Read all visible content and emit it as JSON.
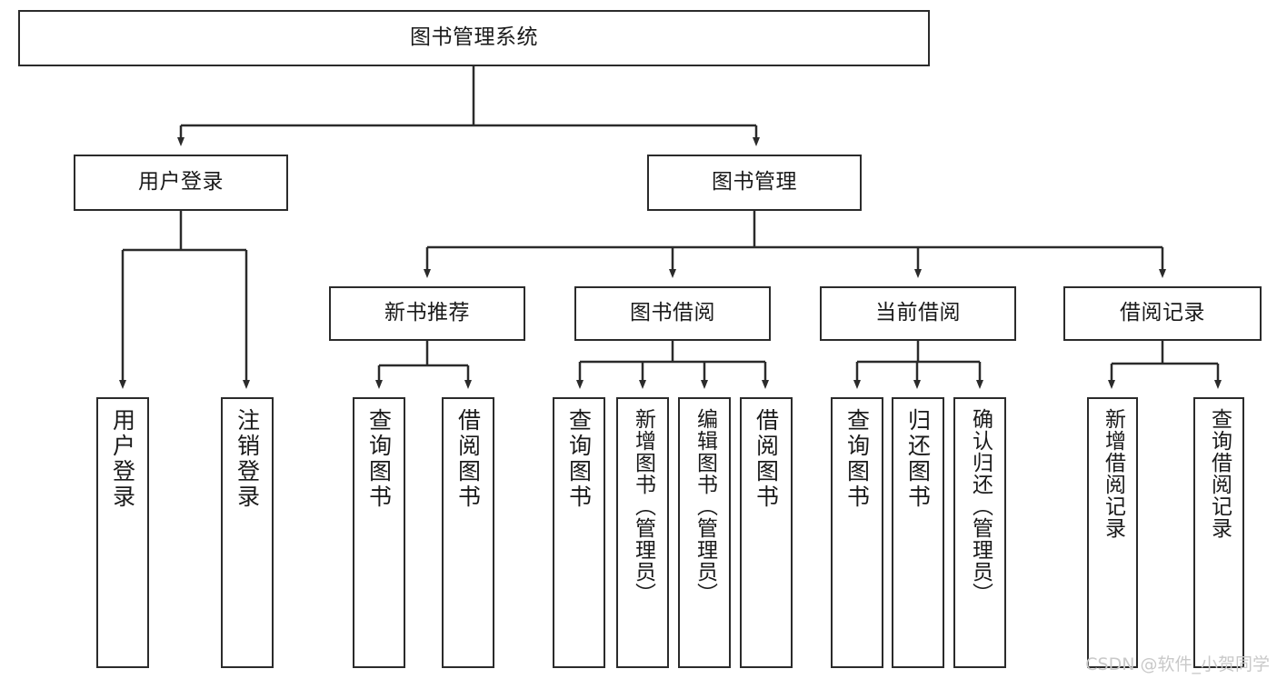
{
  "diagram": {
    "title_node": {
      "label": "图书管理系统"
    },
    "level2": [
      {
        "label": "用户登录"
      },
      {
        "label": "图书管理"
      }
    ],
    "level3": [
      {
        "label": "新书推荐"
      },
      {
        "label": "图书借阅"
      },
      {
        "label": "当前借阅"
      },
      {
        "label": "借阅记录"
      }
    ],
    "leaves": {
      "user_login": [
        {
          "label": "用户登录"
        },
        {
          "label": "注销登录"
        }
      ],
      "new_book": [
        {
          "label": "查询图书"
        },
        {
          "label": "借阅图书"
        }
      ],
      "book_borrow": [
        {
          "label": "查询图书"
        },
        {
          "label": "新增图书（管理员）"
        },
        {
          "label": "编辑图书（管理员）"
        },
        {
          "label": "借阅图书"
        }
      ],
      "current_borrow": [
        {
          "label": "查询图书"
        },
        {
          "label": "归还图书"
        },
        {
          "label": "确认归还（管理员）"
        }
      ],
      "borrow_record": [
        {
          "label": "新增借阅记录"
        },
        {
          "label": "查询借阅记录"
        }
      ]
    }
  },
  "watermark": {
    "text": "CSDN @软件_小贺同学"
  },
  "colors": {
    "stroke": "#2b2b2b",
    "background": "#ffffff",
    "text": "#1a1a1a",
    "watermark": "#c9c9c9"
  }
}
